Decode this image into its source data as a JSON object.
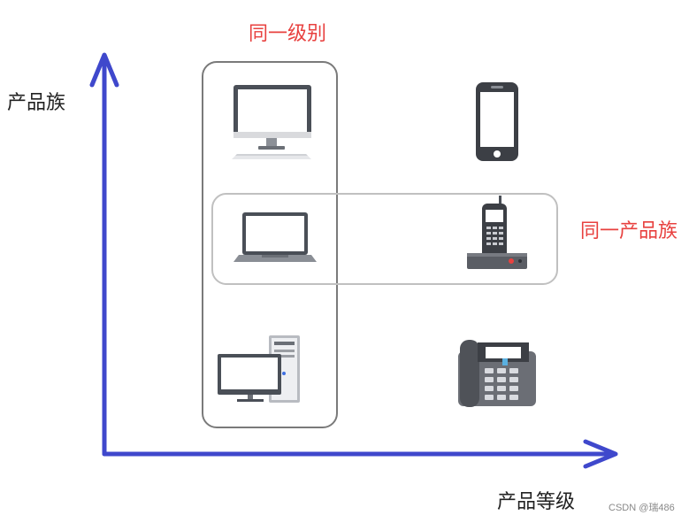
{
  "labels": {
    "y_axis": "产品族",
    "x_axis": "产品等级",
    "same_level": "同一级别",
    "same_family": "同一产品族"
  },
  "watermark": "CSDN @瑞486",
  "colors": {
    "axis": "#3f48cc",
    "highlight_text": "#e8413f",
    "group_box_level": "#7a7a7a",
    "group_box_family": "#c0c0c0"
  },
  "devices": [
    {
      "name": "monitor",
      "icon": "desktop-monitor-icon"
    },
    {
      "name": "smartphone",
      "icon": "smartphone-icon"
    },
    {
      "name": "laptop",
      "icon": "laptop-icon"
    },
    {
      "name": "cordless-phone",
      "icon": "cordless-phone-icon"
    },
    {
      "name": "desktop-tower",
      "icon": "desktop-tower-icon"
    },
    {
      "name": "desk-telephone",
      "icon": "desk-telephone-icon"
    }
  ]
}
